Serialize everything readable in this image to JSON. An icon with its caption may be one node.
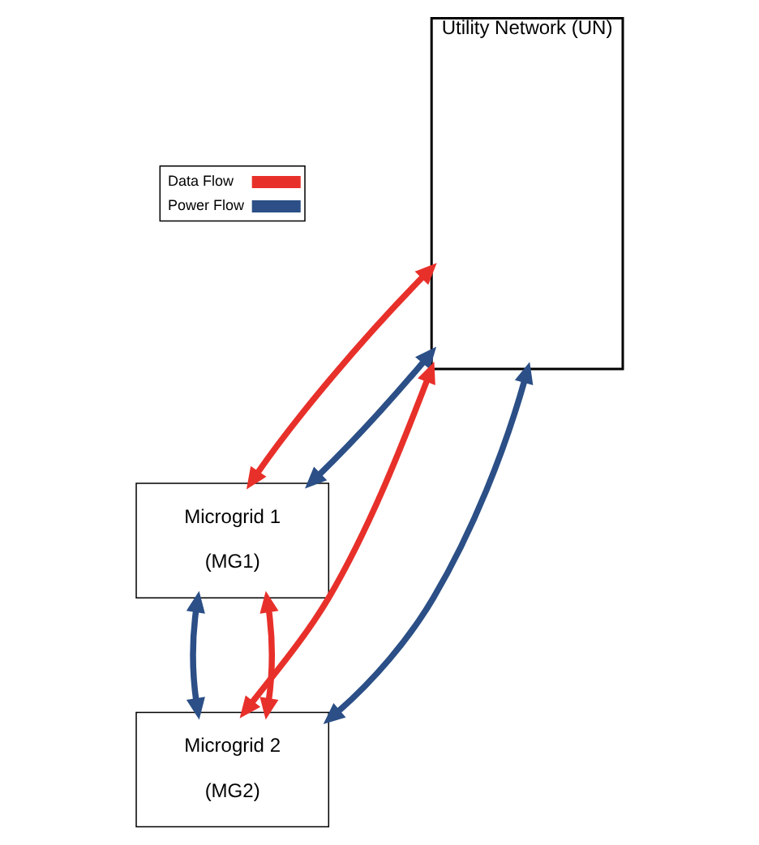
{
  "diagram": {
    "nodes": [
      {
        "text": [
          "Microgrid 1",
          "(MG1)"
        ]
      },
      {
        "text": [
          "Microgrid 2",
          "(MG2)"
        ]
      },
      {
        "text": [
          "Utility Network (UN)"
        ]
      }
    ],
    "edges": [
      {
        "from": 0,
        "to": 2,
        "arrow": "both",
        "color": "#e8302a"
      },
      {
        "from": 0,
        "to": 2,
        "arrow": "both",
        "color": "#2b4f86"
      },
      {
        "from": 0,
        "to": 1,
        "arrow": "both",
        "color": "#2b4f86"
      },
      {
        "from": 0,
        "to": 1,
        "arrow": "both",
        "color": "#e8302a"
      },
      {
        "from": 1,
        "to": 2,
        "arrow": "both",
        "color": "#e8302a"
      },
      {
        "from": 1,
        "to": 2,
        "arrow": "both",
        "color": "#2b4f86"
      }
    ],
    "legend": [
      {
        "text": "Data Flow",
        "color": "#e8302a"
      },
      {
        "text": "Power Flow",
        "color": "#2b4f86"
      }
    ]
  }
}
